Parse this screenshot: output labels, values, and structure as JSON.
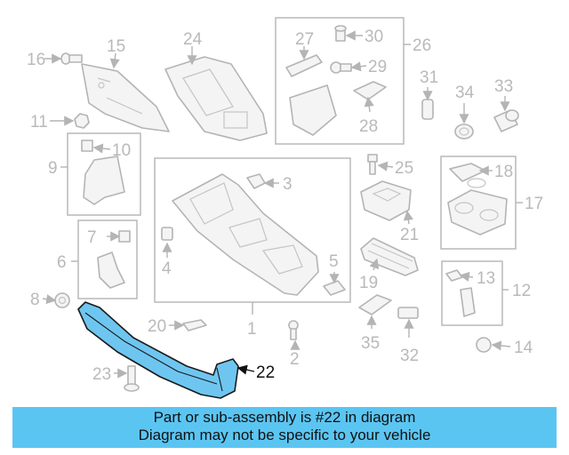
{
  "diagram": {
    "callouts": [
      "16",
      "15",
      "24",
      "27",
      "30",
      "26",
      "29",
      "11",
      "31",
      "34",
      "33",
      "28",
      "10",
      "9",
      "25",
      "18",
      "3",
      "17",
      "7",
      "4",
      "21",
      "6",
      "5",
      "13",
      "19",
      "12",
      "8",
      "20",
      "1",
      "35",
      "32",
      "2",
      "22",
      "14",
      "23"
    ],
    "highlighted_callout": "22"
  },
  "banner": {
    "line1": "Part or sub-assembly is #22 in diagram",
    "line2": "Diagram may not be specific to your vehicle",
    "color": "#5bc5f2"
  },
  "colors": {
    "highlight_fill": "#6ec6f0",
    "line_gray": "#b4b4b4"
  }
}
